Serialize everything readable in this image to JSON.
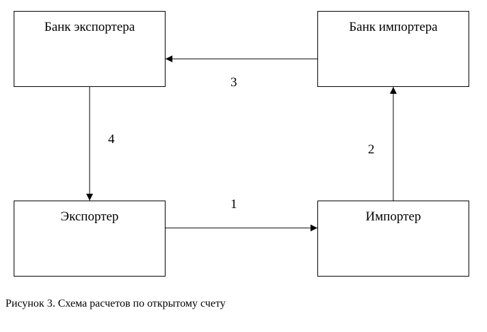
{
  "boxes": {
    "exporter_bank": "Банк экспортера",
    "importer_bank": "Банк импортера",
    "exporter": "Экспортер",
    "importer": "Импортер"
  },
  "arrows": {
    "exporter_to_importer": "1",
    "importer_to_importer_bank": "2",
    "importer_bank_to_exporter_bank": "3",
    "exporter_bank_to_exporter": "4"
  },
  "caption": "Рисунок 3. Схема расчетов по открытому счету",
  "colors": {
    "stroke": "#000000",
    "background": "#ffffff"
  }
}
